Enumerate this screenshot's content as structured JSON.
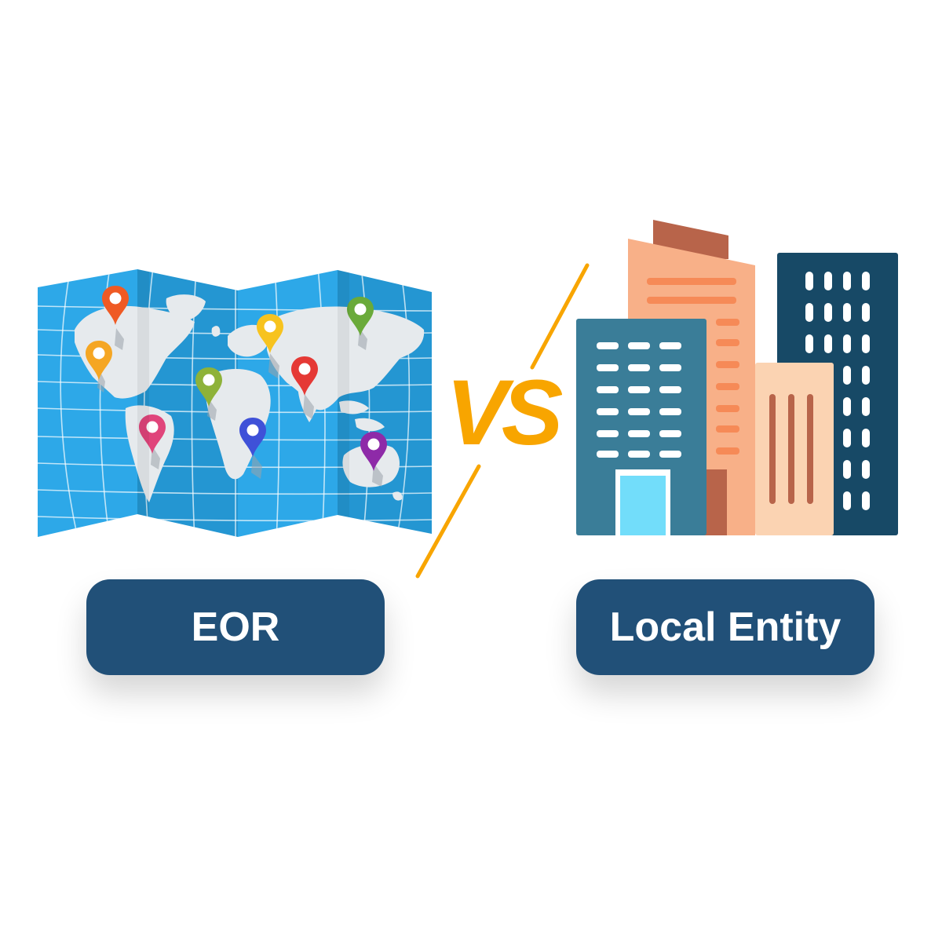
{
  "left_label": "EOR",
  "right_label": "Local Entity",
  "vs_text": "VS",
  "colors": {
    "background": "#ffffff",
    "label_pill": "#215078",
    "label_text": "#ffffff",
    "vs_accent": "#F8A500",
    "map_ocean": "#2BA5E4",
    "map_land": "#E6EAED",
    "building_teal": "#3A7D98",
    "building_navy": "#174966",
    "building_peach": "#F8B088",
    "building_rust": "#B8644A",
    "building_cream": "#FBD3B2"
  },
  "icons": {
    "left": "world-map-with-pins-icon",
    "right": "city-buildings-icon"
  },
  "map_pins": [
    "orange",
    "amber",
    "yellow",
    "green",
    "red",
    "olive",
    "pink",
    "blue",
    "purple"
  ]
}
